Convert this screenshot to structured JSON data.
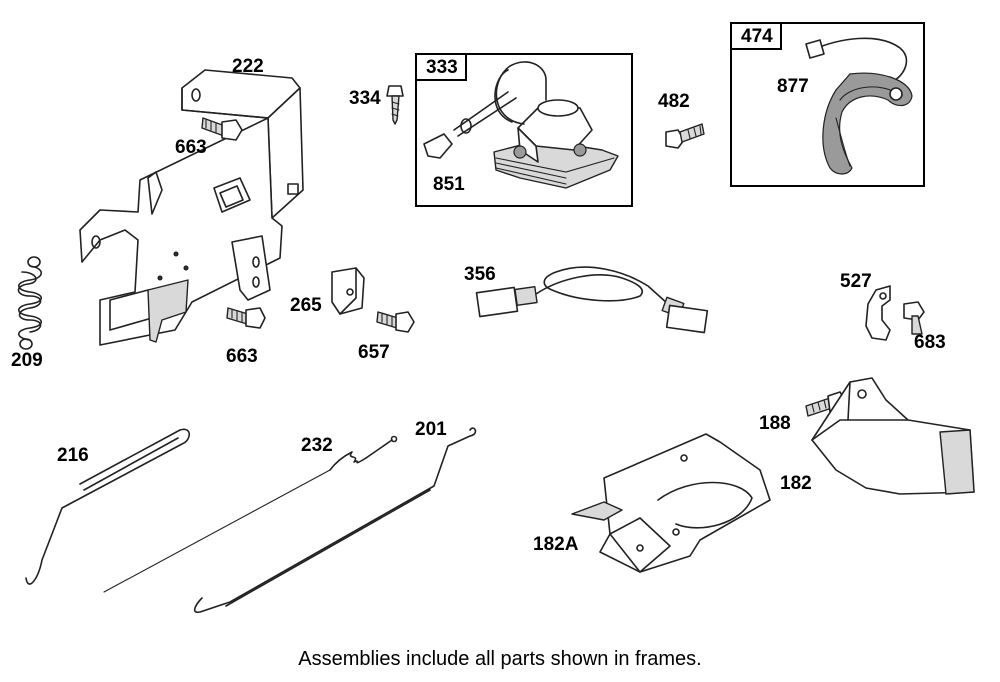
{
  "diagram": {
    "parts": {
      "p222": "222",
      "p663a": "663",
      "p663b": "663",
      "p209": "209",
      "p265": "265",
      "p657": "657",
      "p334": "334",
      "p851": "851",
      "p482": "482",
      "p877": "877",
      "p356": "356",
      "p527": "527",
      "p683": "683",
      "p188": "188",
      "p182": "182",
      "p182a": "182A",
      "p216": "216",
      "p232": "232",
      "p201": "201"
    },
    "frames": {
      "f333": "333",
      "f474": "474"
    },
    "caption": "Assemblies include all parts shown in frames."
  }
}
